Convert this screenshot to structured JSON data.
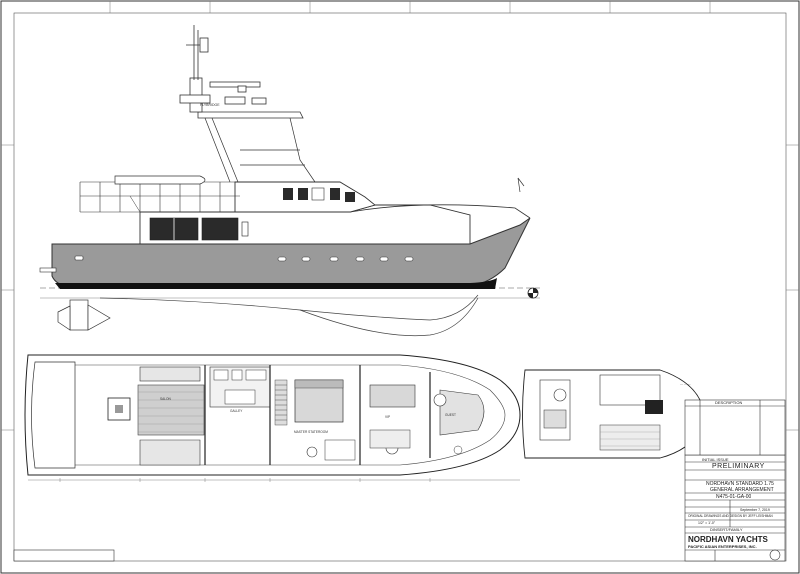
{
  "title_block": {
    "revision_header": "DESCRIPTION",
    "initial_issue": "INITIAL ISSUE",
    "status": "PRELIMINARY",
    "model": "NORDHAVN STANDARD 1.75",
    "sheet_title": "GENERAL ARRANGEMENT",
    "drawing_number": "N475-01-GA-00",
    "date": "September 7, 2019",
    "scale": "1/2\" = 1'-0\"",
    "original_drawing_note": "ORIGINAL DRAWINGS AND DESIGN BY JEFF LEISHMAN",
    "client": "DINSERT/FAMILY",
    "company": "NORDHAVN YACHTS",
    "company_sub": "PACIFIC ASIAN ENTERPRISES, INC."
  },
  "profile_labels": {
    "flybridge": "FLYBRIDGE"
  },
  "plan_labels": {
    "salon": "SALON",
    "galley": "GALLEY",
    "master_stateroom": "MASTER STATEROOM",
    "vip": "VIP",
    "guest": "GUEST"
  },
  "colors": {
    "line": "#333333",
    "hull_fill": "#9a9a9a",
    "bootstripe": "#111111"
  }
}
